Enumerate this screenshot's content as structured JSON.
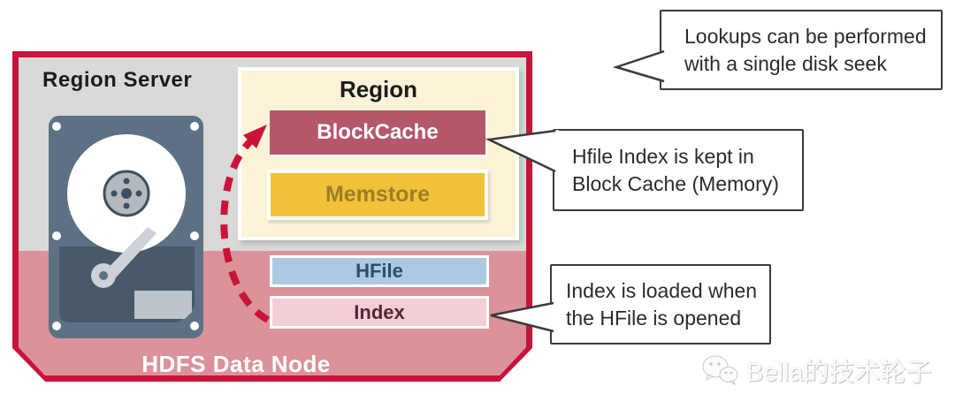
{
  "colors": {
    "frame-red": "#c9143a",
    "panel-gray": "#d9d9d7",
    "hdfs-pink": "#db929b",
    "region-cream": "#fbf2d8",
    "blockcache-bg": "#b5576b",
    "blockcache-text": "#ffffff",
    "memstore-bg": "#f1c13a",
    "memstore-text": "#9d7e26",
    "hfile-bg": "#adc9e1",
    "hfile-text": "#2c4d6e",
    "index-bg": "#f3cfd5",
    "index-text": "#56262f",
    "callout-border": "#3a3a3a",
    "callout-text": "#2b2b2b",
    "disk-body": "#5c7284",
    "disk-dark": "#48596a",
    "disk-light": "#bcc4ca"
  },
  "diagram": {
    "region_server": "Region Server",
    "region": "Region",
    "blockcache": "BlockCache",
    "memstore": "Memstore",
    "hfile": "HFile",
    "index": "Index",
    "hdfs": "HDFS Data Node",
    "disk_icon": "hard-disk-icon",
    "arrow_icon": "dashed-arrow-index-to-blockcache"
  },
  "callouts": {
    "lookup": {
      "line1": "Lookups can be performed",
      "line2": "with a single disk seek"
    },
    "hfile_index": {
      "line1": "Hfile Index is kept in",
      "line2": "Block Cache (Memory)"
    },
    "index_loaded": {
      "line1": "Index is loaded when",
      "line2": "the HFile is opened"
    }
  },
  "watermark": {
    "icon": "wechat-icon",
    "text": "Bella的技术轮子"
  }
}
